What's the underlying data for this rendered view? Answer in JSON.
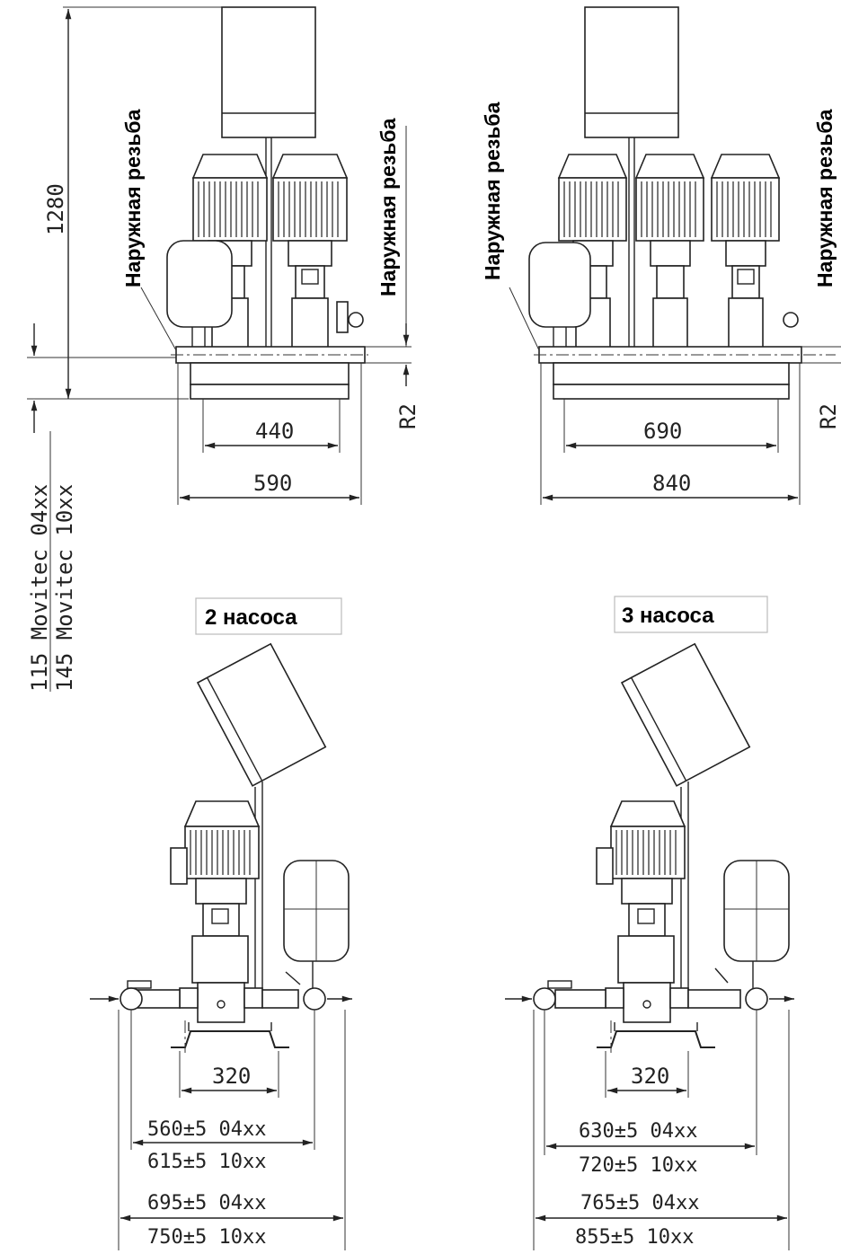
{
  "labels": {
    "ext_thread": "Наружная резьба",
    "r2": "R2",
    "movitec_115": "115 Movitec 04xx",
    "movitec_145": "145 Movitec 10xx"
  },
  "top_left": {
    "height": "1280",
    "inner_width": "440",
    "outer_width": "590"
  },
  "top_right": {
    "inner_width": "690",
    "outer_width": "840"
  },
  "captions": {
    "two_pumps": "2 насоса",
    "three_pumps": "3 насоса"
  },
  "bottom_left": {
    "base": "320",
    "w_04": "560±5 04xx",
    "w_10": "615±5 10xx",
    "total_04": "695±5 04xx",
    "total_10": "750±5 10xx"
  },
  "bottom_right": {
    "base": "320",
    "w_04": "630±5 04xx",
    "w_10": "720±5 10xx",
    "total_04": "765±5 04xx",
    "total_10": "855±5 10xx"
  }
}
